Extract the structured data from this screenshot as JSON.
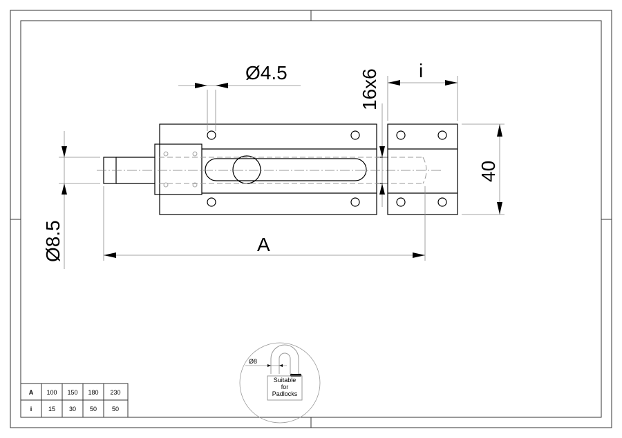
{
  "dimensions": {
    "hole_diameter": "Ø4.5",
    "bolt_section": "16x6",
    "keeper_offset": "i",
    "height": "40",
    "bolt_diameter": "Ø8.5",
    "length": "A"
  },
  "padlock_badge": {
    "shackle_diameter": "Ø8",
    "label_line1": "Suitable",
    "label_line2": "for",
    "label_line3": "Padlocks"
  },
  "size_table": {
    "rows": [
      {
        "header": "A",
        "values": [
          "100",
          "150",
          "180",
          "230"
        ]
      },
      {
        "header": "i",
        "values": [
          "15",
          "30",
          "50",
          "50"
        ]
      }
    ]
  }
}
